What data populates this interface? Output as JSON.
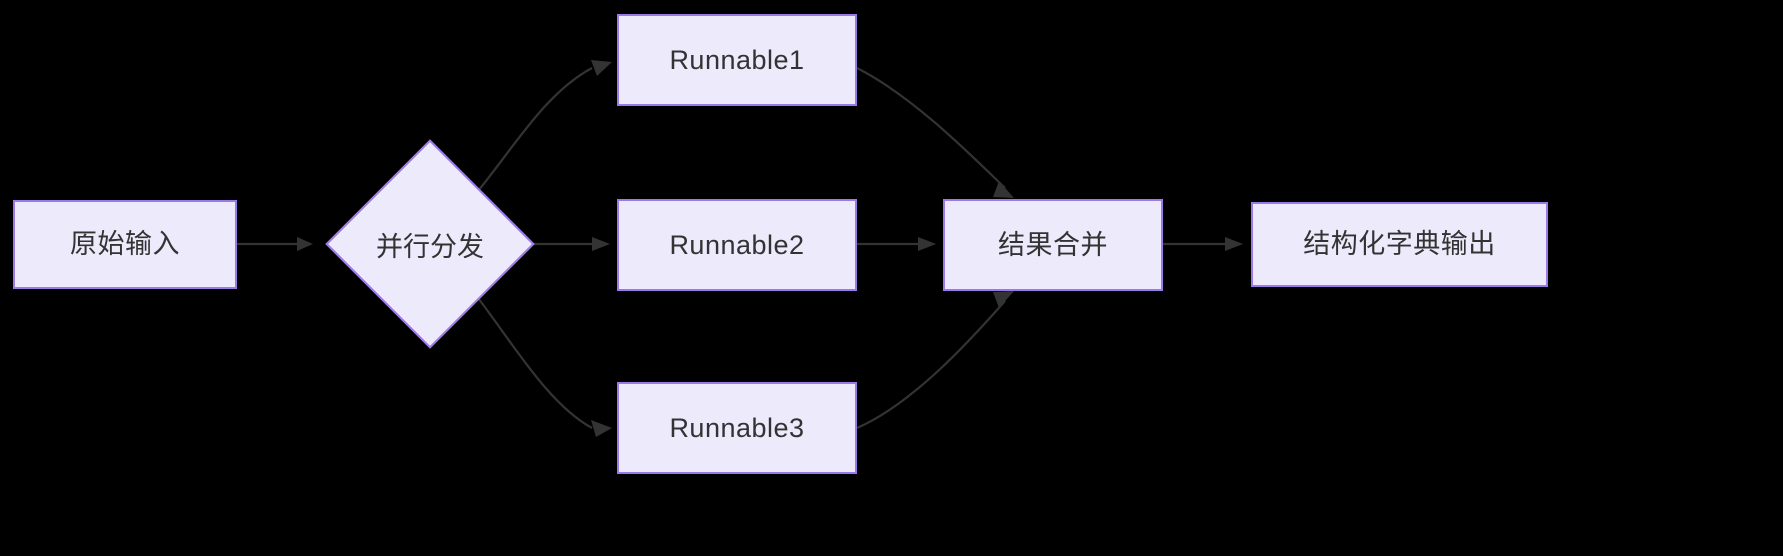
{
  "diagram": {
    "type": "flowchart",
    "direction": "left-to-right",
    "background_color": "#000000",
    "node_fill_color": "#ECEAFB",
    "node_border_color": "#9B79E8",
    "text_color": "#333333",
    "edge_color": "#333333",
    "nodes": [
      {
        "id": "input",
        "label": "原始输入",
        "shape": "rect"
      },
      {
        "id": "fanout",
        "label": "并行分发",
        "shape": "diamond"
      },
      {
        "id": "r1",
        "label": "Runnable1",
        "shape": "rect"
      },
      {
        "id": "r2",
        "label": "Runnable2",
        "shape": "rect"
      },
      {
        "id": "r3",
        "label": "Runnable3",
        "shape": "rect"
      },
      {
        "id": "merge",
        "label": "结果合并",
        "shape": "rect"
      },
      {
        "id": "output",
        "label": "结构化字典输出",
        "shape": "rect"
      }
    ],
    "edges": [
      {
        "from": "input",
        "to": "fanout"
      },
      {
        "from": "fanout",
        "to": "r1"
      },
      {
        "from": "fanout",
        "to": "r2"
      },
      {
        "from": "fanout",
        "to": "r3"
      },
      {
        "from": "r1",
        "to": "merge"
      },
      {
        "from": "r2",
        "to": "merge"
      },
      {
        "from": "r3",
        "to": "merge"
      },
      {
        "from": "merge",
        "to": "output"
      }
    ]
  }
}
